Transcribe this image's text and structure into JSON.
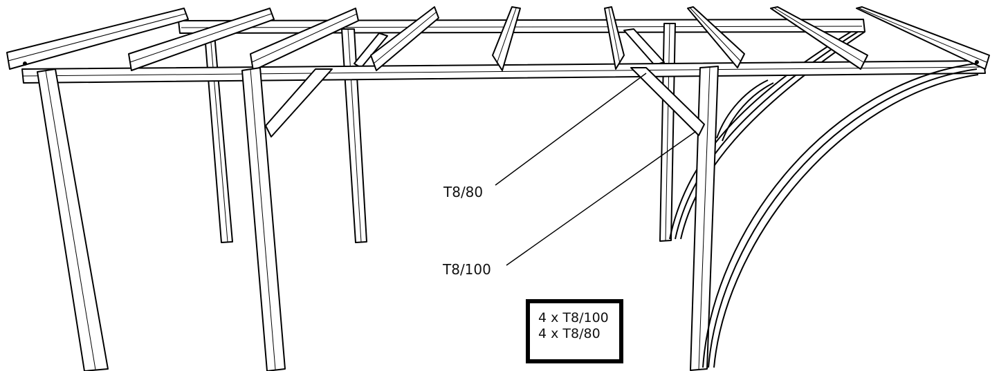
{
  "callouts": {
    "label_1": "T8/80",
    "label_2": "T8/100"
  },
  "quantity_box": {
    "line_1": "4 x T8/100",
    "line_2": "4 x T8/80"
  },
  "colors": {
    "line": "#000000",
    "background": "#ffffff"
  }
}
